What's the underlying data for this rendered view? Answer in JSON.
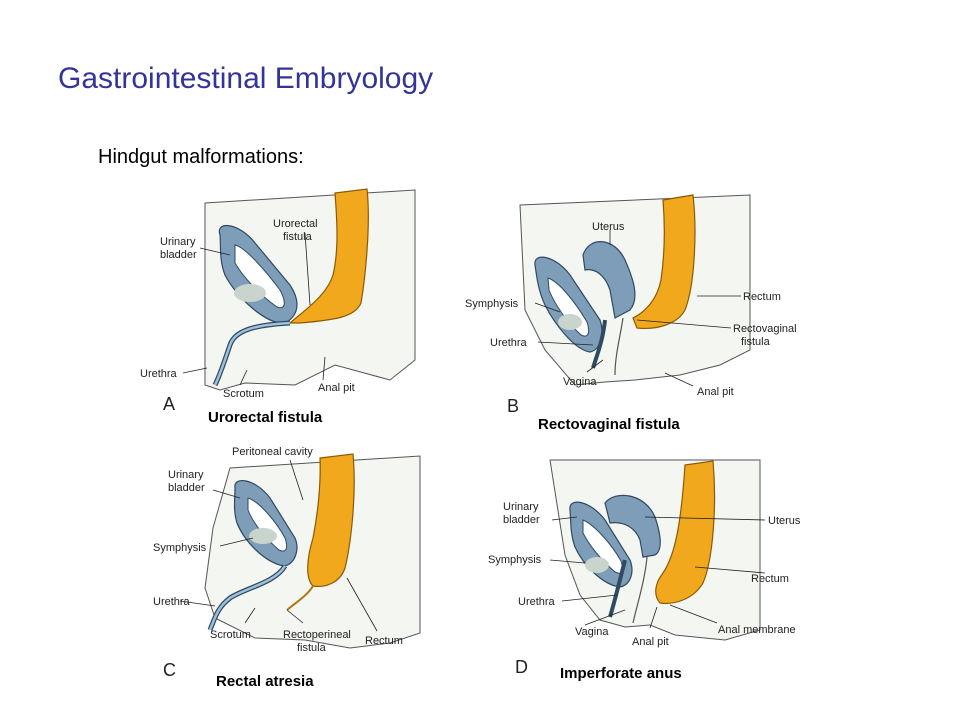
{
  "title": "Gastrointestinal Embryology",
  "subtitle": "Hindgut malformations:",
  "panels": {
    "a": {
      "letter": "A",
      "caption": "Urorectal fistula",
      "labels": {
        "urinary_bladder_1": "Urinary",
        "urinary_bladder_2": "bladder",
        "urorectal_fistula_1": "Urorectal",
        "urorectal_fistula_2": "fistula",
        "urethra": "Urethra",
        "scrotum": "Scrotum",
        "anal_pit": "Anal pit"
      }
    },
    "b": {
      "letter": "B",
      "caption": "Rectovaginal fistula",
      "labels": {
        "uterus": "Uterus",
        "symphysis": "Symphysis",
        "rectum": "Rectum",
        "rectovaginal_fistula_1": "Rectovaginal",
        "rectovaginal_fistula_2": "fistula",
        "urethra": "Urethra",
        "vagina": "Vagina",
        "anal_pit": "Anal pit"
      }
    },
    "c": {
      "letter": "C",
      "caption": "Rectal atresia",
      "labels": {
        "peritoneal_cavity": "Peritoneal cavity",
        "urinary_bladder_1": "Urinary",
        "urinary_bladder_2": "bladder",
        "symphysis": "Symphysis",
        "urethra": "Urethra",
        "scrotum": "Scrotum",
        "rectoperineal_fistula_1": "Rectoperineal",
        "rectoperineal_fistula_2": "fistula",
        "rectum": "Rectum"
      }
    },
    "d": {
      "letter": "D",
      "caption": "Imperforate anus",
      "labels": {
        "urinary_bladder_1": "Urinary",
        "urinary_bladder_2": "bladder",
        "uterus": "Uterus",
        "symphysis": "Symphysis",
        "rectum": "Rectum",
        "urethra": "Urethra",
        "vagina": "Vagina",
        "anal_pit": "Anal pit",
        "anal_membrane": "Anal membrane"
      }
    }
  },
  "colors": {
    "title": "#333399",
    "rectum": "#f2a81d",
    "bladder": "#7d9db8",
    "tissue": "#f4f6f1"
  }
}
